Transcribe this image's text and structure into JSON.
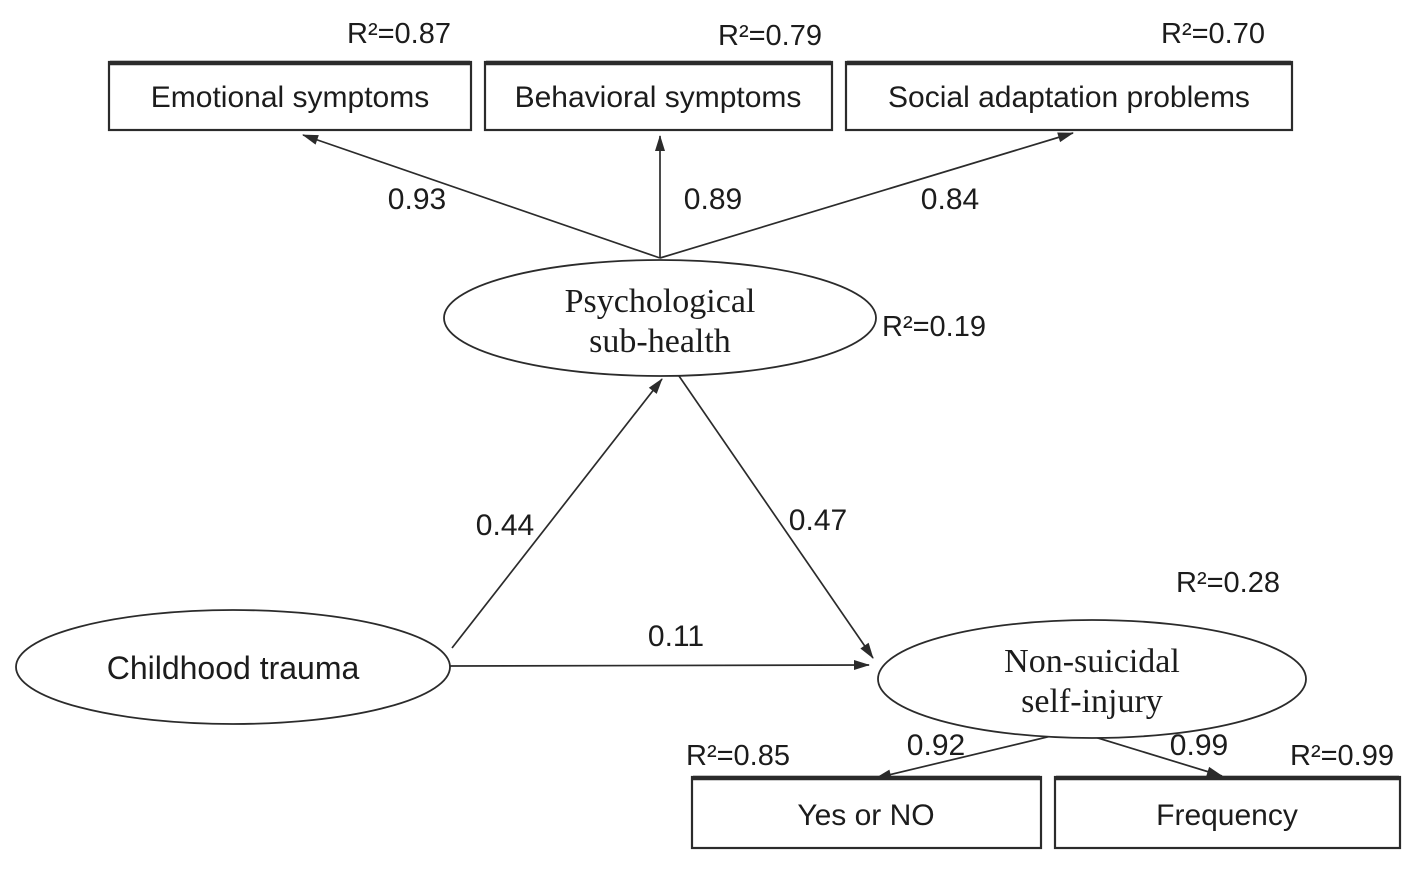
{
  "colors": {
    "stroke": "#2b2b2b",
    "text": "#1c1c1c",
    "background": "#ffffff"
  },
  "diagram": {
    "top_indicators": [
      {
        "label": "Emotional symptoms",
        "r2": "R²=0.87",
        "loading": "0.93"
      },
      {
        "label": "Behavioral symptoms",
        "r2": "R²=0.79",
        "loading": "0.89"
      },
      {
        "label": "Social adaptation problems",
        "r2": "R²=0.70",
        "loading": "0.84"
      }
    ],
    "latents": {
      "psychological_sub_health": {
        "label_line1": "Psychological",
        "label_line2": "sub-health",
        "r2": "R²=0.19"
      },
      "childhood_trauma": {
        "label": "Childhood trauma"
      },
      "non_suicidal_self_injury": {
        "label_line1": "Non-suicidal",
        "label_line2": "self-injury",
        "r2": "R²=0.28"
      }
    },
    "path_coefficients": {
      "childhood_trauma_to_psychological_sub_health": "0.44",
      "psychological_sub_health_to_non_suicidal_self_injury": "0.47",
      "childhood_trauma_to_non_suicidal_self_injury": "0.11",
      "non_suicidal_self_injury_to_yes_or_no": "0.92",
      "non_suicidal_self_injury_to_frequency": "0.99"
    },
    "bottom_indicators": [
      {
        "label": "Yes or NO",
        "r2": "R²=0.85"
      },
      {
        "label": "Frequency",
        "r2": "R²=0.99"
      }
    ]
  }
}
